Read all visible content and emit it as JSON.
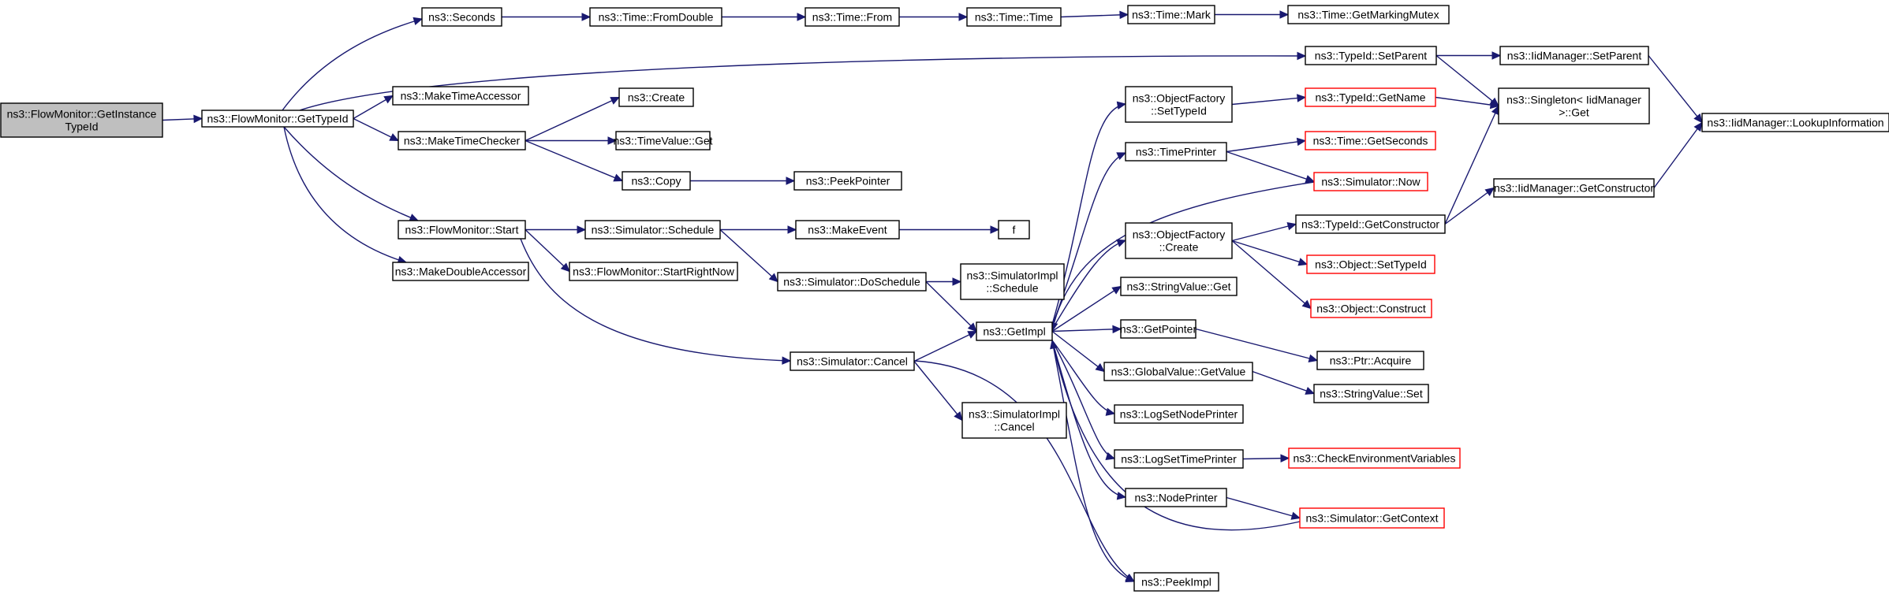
{
  "colors": {
    "edge": "#191970",
    "node_border": "#000000",
    "truncated_border": "#ff0000",
    "root_fill": "#bfbfbf",
    "node_fill": "#ffffff"
  },
  "nodes": [
    {
      "id": "root",
      "lines": [
        "ns3::FlowMonitor::GetInstance",
        "TypeId"
      ],
      "style": "root"
    },
    {
      "id": "gettypeid",
      "lines": [
        "ns3::FlowMonitor::GetTypeId"
      ]
    },
    {
      "id": "seconds",
      "lines": [
        "ns3::Seconds"
      ]
    },
    {
      "id": "fromdouble",
      "lines": [
        "ns3::Time::FromDouble"
      ]
    },
    {
      "id": "timefrom",
      "lines": [
        "ns3::Time::From"
      ]
    },
    {
      "id": "timetime",
      "lines": [
        "ns3::Time::Time"
      ]
    },
    {
      "id": "timemark",
      "lines": [
        "ns3::Time::Mark"
      ]
    },
    {
      "id": "getmarkingmutex",
      "lines": [
        "ns3::Time::GetMarkingMutex"
      ]
    },
    {
      "id": "typeid_setparent",
      "lines": [
        "ns3::TypeId::SetParent"
      ]
    },
    {
      "id": "iidmgr_setparent",
      "lines": [
        "ns3::IidManager::SetParent"
      ]
    },
    {
      "id": "lookupinfo",
      "lines": [
        "ns3::IidManager::LookupInformation"
      ]
    },
    {
      "id": "singleton_get",
      "lines": [
        "ns3::Singleton< IidManager",
        ">::Get"
      ]
    },
    {
      "id": "maketimeaccessor",
      "lines": [
        "ns3::MakeTimeAccessor"
      ]
    },
    {
      "id": "maketimechecker",
      "lines": [
        "ns3::MakeTimeChecker"
      ]
    },
    {
      "id": "create",
      "lines": [
        "ns3::Create"
      ]
    },
    {
      "id": "timevalue_get",
      "lines": [
        "ns3::TimeValue::Get"
      ]
    },
    {
      "id": "copy",
      "lines": [
        "ns3::Copy"
      ]
    },
    {
      "id": "peekpointer",
      "lines": [
        "ns3::PeekPointer"
      ]
    },
    {
      "id": "fm_start",
      "lines": [
        "ns3::FlowMonitor::Start"
      ]
    },
    {
      "id": "sim_schedule",
      "lines": [
        "ns3::Simulator::Schedule"
      ]
    },
    {
      "id": "makeevent",
      "lines": [
        "ns3::MakeEvent"
      ]
    },
    {
      "id": "f",
      "lines": [
        "f"
      ]
    },
    {
      "id": "makedoubleaccessor",
      "lines": [
        "ns3::MakeDoubleAccessor"
      ]
    },
    {
      "id": "startrightnow",
      "lines": [
        "ns3::FlowMonitor::StartRightNow"
      ]
    },
    {
      "id": "doschedule",
      "lines": [
        "ns3::Simulator::DoSchedule"
      ]
    },
    {
      "id": "simimpl_schedule",
      "lines": [
        "ns3::SimulatorImpl",
        "::Schedule"
      ]
    },
    {
      "id": "getimpl",
      "lines": [
        "ns3::GetImpl"
      ]
    },
    {
      "id": "sim_cancel",
      "lines": [
        "ns3::Simulator::Cancel"
      ]
    },
    {
      "id": "simimpl_cancel",
      "lines": [
        "ns3::SimulatorImpl",
        "::Cancel"
      ]
    },
    {
      "id": "of_settypeid",
      "lines": [
        "ns3::ObjectFactory",
        "::SetTypeId"
      ]
    },
    {
      "id": "typeid_getname",
      "lines": [
        "ns3::TypeId::GetName"
      ],
      "style": "truncated"
    },
    {
      "id": "timeprinter",
      "lines": [
        "ns3::TimePrinter"
      ]
    },
    {
      "id": "time_getseconds",
      "lines": [
        "ns3::Time::GetSeconds"
      ],
      "style": "truncated"
    },
    {
      "id": "sim_now",
      "lines": [
        "ns3::Simulator::Now"
      ],
      "style": "truncated"
    },
    {
      "id": "of_create",
      "lines": [
        "ns3::ObjectFactory",
        "::Create"
      ]
    },
    {
      "id": "typeid_getconstructor",
      "lines": [
        "ns3::TypeId::GetConstructor"
      ]
    },
    {
      "id": "iidmgr_getconstructor",
      "lines": [
        "ns3::IidManager::GetConstructor"
      ]
    },
    {
      "id": "object_settypeid",
      "lines": [
        "ns3::Object::SetTypeId"
      ],
      "style": "truncated"
    },
    {
      "id": "object_construct",
      "lines": [
        "ns3::Object::Construct"
      ],
      "style": "truncated"
    },
    {
      "id": "stringvalue_get",
      "lines": [
        "ns3::StringValue::Get"
      ]
    },
    {
      "id": "getpointer",
      "lines": [
        "ns3::GetPointer"
      ]
    },
    {
      "id": "ptr_acquire",
      "lines": [
        "ns3::Ptr::Acquire"
      ]
    },
    {
      "id": "globalvalue_getvalue",
      "lines": [
        "ns3::GlobalValue::GetValue"
      ]
    },
    {
      "id": "stringvalue_set",
      "lines": [
        "ns3::StringValue::Set"
      ]
    },
    {
      "id": "logsetnodeprinter",
      "lines": [
        "ns3::LogSetNodePrinter"
      ]
    },
    {
      "id": "logsettimeprinter",
      "lines": [
        "ns3::LogSetTimePrinter"
      ]
    },
    {
      "id": "checkenv",
      "lines": [
        "ns3::CheckEnvironmentVariables"
      ],
      "style": "truncated"
    },
    {
      "id": "nodeprinter",
      "lines": [
        "ns3::NodePrinter"
      ]
    },
    {
      "id": "sim_getcontext",
      "lines": [
        "ns3::Simulator::GetContext"
      ],
      "style": "truncated"
    },
    {
      "id": "peekimpl",
      "lines": [
        "ns3::PeekImpl"
      ]
    }
  ],
  "edges": [
    [
      "root",
      "gettypeid"
    ],
    [
      "gettypeid",
      "seconds"
    ],
    [
      "gettypeid",
      "typeid_setparent"
    ],
    [
      "gettypeid",
      "maketimeaccessor"
    ],
    [
      "gettypeid",
      "maketimechecker"
    ],
    [
      "gettypeid",
      "fm_start"
    ],
    [
      "gettypeid",
      "makedoubleaccessor"
    ],
    [
      "seconds",
      "fromdouble"
    ],
    [
      "fromdouble",
      "timefrom"
    ],
    [
      "timefrom",
      "timetime"
    ],
    [
      "timetime",
      "timemark"
    ],
    [
      "timemark",
      "getmarkingmutex"
    ],
    [
      "typeid_setparent",
      "iidmgr_setparent"
    ],
    [
      "typeid_setparent",
      "singleton_get"
    ],
    [
      "iidmgr_setparent",
      "lookupinfo"
    ],
    [
      "maketimechecker",
      "create"
    ],
    [
      "maketimechecker",
      "timevalue_get"
    ],
    [
      "maketimechecker",
      "copy"
    ],
    [
      "copy",
      "peekpointer"
    ],
    [
      "fm_start",
      "sim_schedule"
    ],
    [
      "fm_start",
      "startrightnow"
    ],
    [
      "fm_start",
      "sim_cancel"
    ],
    [
      "sim_schedule",
      "makeevent"
    ],
    [
      "sim_schedule",
      "doschedule"
    ],
    [
      "makeevent",
      "f"
    ],
    [
      "doschedule",
      "simimpl_schedule"
    ],
    [
      "doschedule",
      "getimpl"
    ],
    [
      "sim_cancel",
      "getimpl"
    ],
    [
      "sim_cancel",
      "simimpl_cancel"
    ],
    [
      "sim_cancel",
      "peekimpl"
    ],
    [
      "getimpl",
      "of_settypeid"
    ],
    [
      "getimpl",
      "timeprinter"
    ],
    [
      "getimpl",
      "of_create"
    ],
    [
      "getimpl",
      "stringvalue_get"
    ],
    [
      "getimpl",
      "getpointer"
    ],
    [
      "getimpl",
      "globalvalue_getvalue"
    ],
    [
      "getimpl",
      "logsetnodeprinter"
    ],
    [
      "getimpl",
      "logsettimeprinter"
    ],
    [
      "getimpl",
      "nodeprinter"
    ],
    [
      "getimpl",
      "peekimpl"
    ],
    [
      "of_settypeid",
      "typeid_getname"
    ],
    [
      "typeid_getname",
      "singleton_get"
    ],
    [
      "timeprinter",
      "time_getseconds"
    ],
    [
      "timeprinter",
      "sim_now"
    ],
    [
      "sim_now",
      "getimpl"
    ],
    [
      "of_create",
      "typeid_getconstructor"
    ],
    [
      "of_create",
      "object_settypeid"
    ],
    [
      "of_create",
      "object_construct"
    ],
    [
      "typeid_getconstructor",
      "singleton_get"
    ],
    [
      "typeid_getconstructor",
      "iidmgr_getconstructor"
    ],
    [
      "iidmgr_getconstructor",
      "lookupinfo"
    ],
    [
      "getpointer",
      "ptr_acquire"
    ],
    [
      "globalvalue_getvalue",
      "stringvalue_set"
    ],
    [
      "logsettimeprinter",
      "checkenv"
    ],
    [
      "nodeprinter",
      "sim_getcontext"
    ],
    [
      "sim_getcontext",
      "getimpl"
    ]
  ]
}
